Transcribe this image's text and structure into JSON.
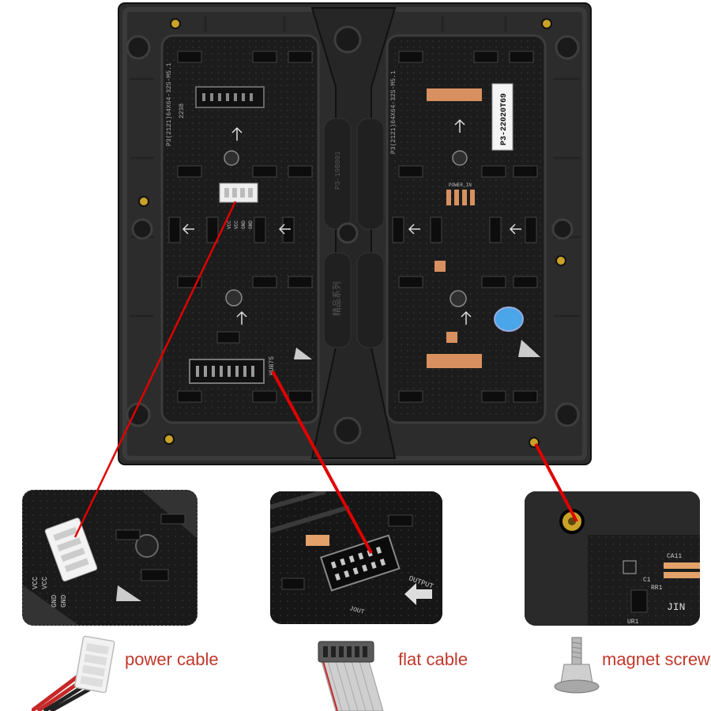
{
  "module": {
    "label_sticker": "P3-22020T69",
    "pcb_left_text": "P3(2121)64X64-32S-M5.1",
    "pcb_right_text": "P3(2121)64X64-32S-M5.1",
    "date_code": "2238",
    "power_pin_labels": [
      "VCC",
      "VCC",
      "GND",
      "GND"
    ],
    "power_header_label": "POWER_IN",
    "hub_label": "HUB75",
    "center_text": "P3-19B001",
    "center_text_2": "精品系列"
  },
  "details": {
    "power_pins": [
      "VCC",
      "VCC",
      "GND",
      "GND"
    ],
    "flat_output_label": "OUTPUT",
    "flat_jout_label": "JOUT",
    "magnet_ref_1": "JIN",
    "magnet_ref_2": "CA11",
    "magnet_ref_3": "C1",
    "magnet_ref_4": "RR1",
    "magnet_ref_5": "UR1"
  },
  "captions": {
    "power": "power cable",
    "flat": "flat cable",
    "magnet": "magnet screw"
  },
  "colors": {
    "frame": "#2a2a2a",
    "pcb": "#1c1c1c",
    "caption": "#c0392b",
    "leader": "#e00000",
    "brass": "#c9a227"
  }
}
